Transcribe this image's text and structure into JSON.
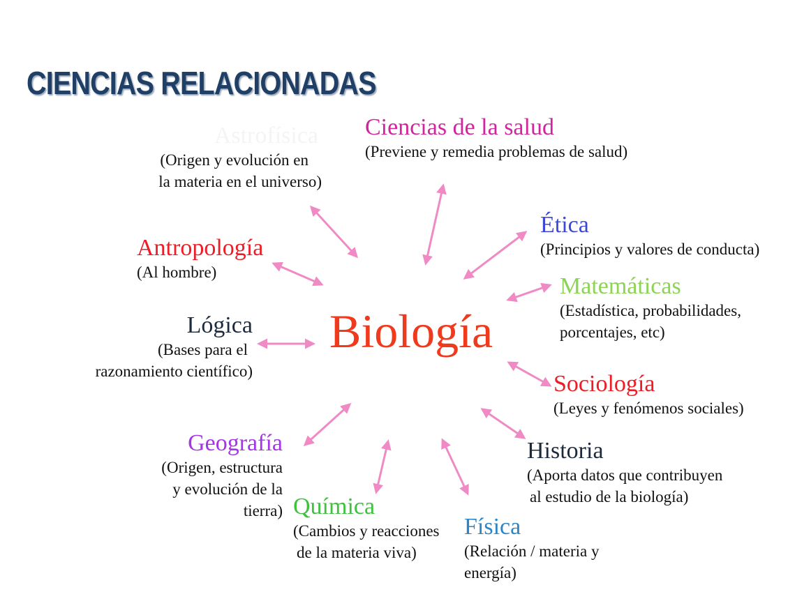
{
  "title": "CIENCIAS RELACIONADAS",
  "center": "Biología",
  "nodes": [
    {
      "name": "Astrofísica",
      "lines": [
        "(Origen y evolución en",
        "la materia en el universo)"
      ],
      "color": "#f4f4f4"
    },
    {
      "name": "Ciencias de la salud",
      "lines": [
        "(Previene y remedia problemas de salud)"
      ],
      "color": "#d1259e"
    },
    {
      "name": "Ética",
      "lines": [
        "(Principios y valores de conducta)"
      ],
      "color": "#3b48d8"
    },
    {
      "name": "Antropología",
      "lines": [
        "(Al hombre)"
      ],
      "color": "#ee1c25"
    },
    {
      "name": "Matemáticas",
      "lines": [
        "(Estadística, probabilidades,",
        "porcentajes, etc)"
      ],
      "color": "#8dd356"
    },
    {
      "name": "Lógica",
      "lines": [
        "(Bases para el",
        "razonamiento científico)"
      ],
      "color": "#1c2a3c"
    },
    {
      "name": "Sociología",
      "lines": [
        "(Leyes y fenómenos sociales)"
      ],
      "color": "#ee1c25"
    },
    {
      "name": "Geografía",
      "lines": [
        "(Origen, estructura",
        "y evolución de la",
        "tierra)"
      ],
      "color": "#a635e6"
    },
    {
      "name": "Historia",
      "lines": [
        "(Aporta datos que contribuyen",
        "al estudio de la biología)"
      ],
      "color": "#1c2a3c"
    },
    {
      "name": "Química",
      "lines": [
        "(Cambios y reacciones",
        "de la materia viva)"
      ],
      "color": "#3ec13e"
    },
    {
      "name": "Física",
      "lines": [
        "(Relación / materia y",
        "energía)"
      ],
      "color": "#2a86c8"
    }
  ],
  "colors": {
    "title": "#1f3f66",
    "center": "#ef3a1e",
    "arrow": "#f08ac4"
  }
}
